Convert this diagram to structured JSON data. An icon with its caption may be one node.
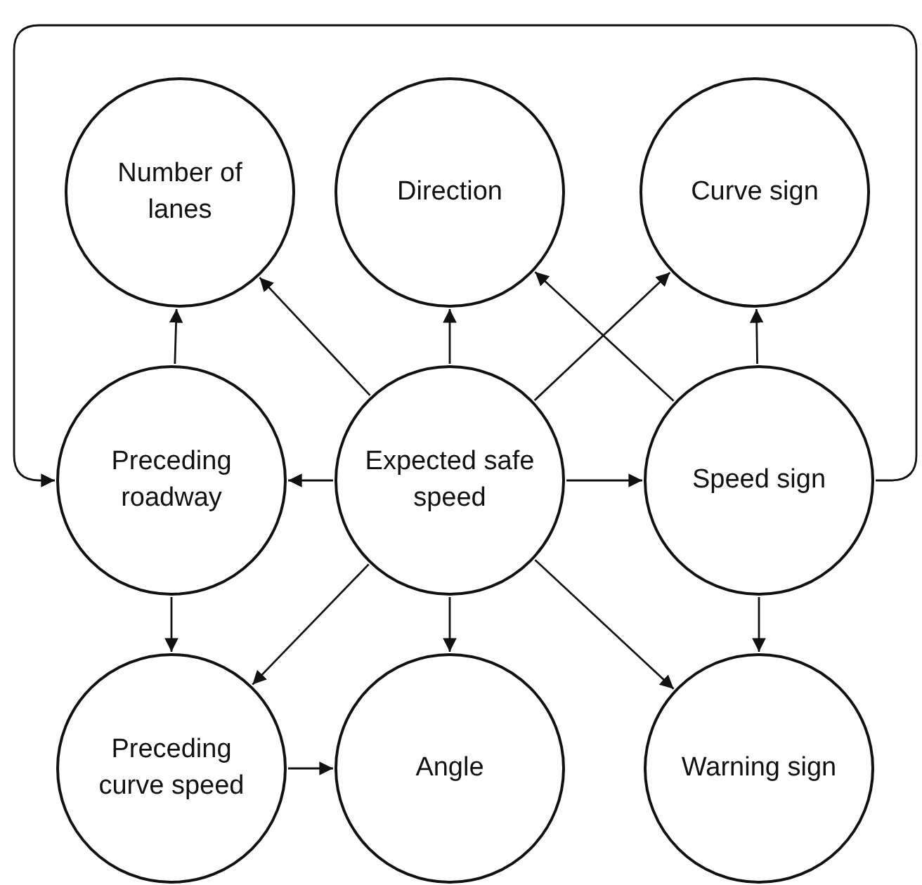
{
  "diagram": {
    "nodes": [
      {
        "text": [
          "Number of lanes"
        ]
      },
      {
        "text": [
          "Direction"
        ]
      },
      {
        "text": [
          "Curve sign"
        ]
      },
      {
        "text": [
          "Preceding roadway"
        ]
      },
      {
        "text": [
          "Expected safe speed"
        ]
      },
      {
        "text": [
          "Speed sign"
        ]
      },
      {
        "text": [
          "Preceding curve speed"
        ]
      },
      {
        "text": [
          "Angle"
        ]
      },
      {
        "text": [
          "Warning sign"
        ]
      }
    ],
    "edges": [
      {
        "from": 4,
        "to": 0,
        "arrow": "to"
      },
      {
        "from": 4,
        "to": 1,
        "arrow": "to"
      },
      {
        "from": 4,
        "to": 2,
        "arrow": "to"
      },
      {
        "from": 5,
        "to": 1,
        "arrow": "to"
      },
      {
        "from": 5,
        "to": 2,
        "arrow": "to"
      },
      {
        "from": 4,
        "to": 3,
        "arrow": "to"
      },
      {
        "from": 4,
        "to": 5,
        "arrow": "to"
      },
      {
        "from": 3,
        "to": 0,
        "arrow": "to"
      },
      {
        "from": 3,
        "to": 6,
        "arrow": "to"
      },
      {
        "from": 4,
        "to": 6,
        "arrow": "to"
      },
      {
        "from": 4,
        "to": 7,
        "arrow": "to"
      },
      {
        "from": 4,
        "to": 8,
        "arrow": "to"
      },
      {
        "from": 5,
        "to": 8,
        "arrow": "to"
      },
      {
        "from": 6,
        "to": 7,
        "arrow": "to"
      },
      {
        "from": 5,
        "to": 3,
        "arrow": "to"
      }
    ]
  }
}
